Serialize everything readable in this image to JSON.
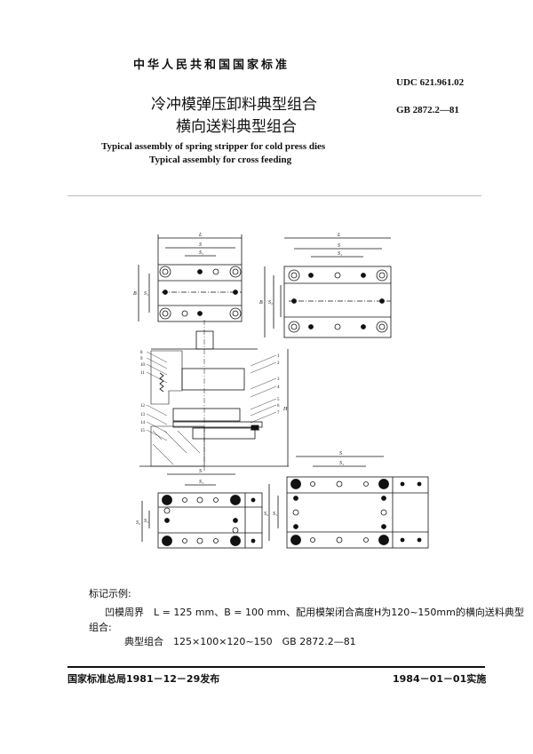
{
  "header": {
    "standard_name": "中华人民共和国国家标准",
    "udc": "UDC 621.961.02",
    "gb_number": "GB 2872.2—81"
  },
  "title": {
    "zh_line1": "冷冲模弹压卸料典型组合",
    "zh_line2": "横向送料典型组合",
    "en_line1": "Typical assembly of spring stripper for cold press dies",
    "en_line2": "Typical assembly for cross feeding"
  },
  "drawing": {
    "dim_labels": {
      "L": "L",
      "S": "S",
      "S1": "S₁",
      "S2": "S₂",
      "B": "B",
      "H": "H"
    },
    "part_numbers": [
      "1",
      "2",
      "3",
      "4",
      "5",
      "6",
      "7",
      "8",
      "9",
      "10",
      "11",
      "12",
      "13",
      "14",
      "15"
    ]
  },
  "marking_example": {
    "heading": "标记示例:",
    "line1": "凹模周界　L = 125 mm、B = 100 mm、配用模架闭合高度H为120~150mm的横向送料典型",
    "line2": "组合:",
    "line3": "典型组合　125×100×120~150　GB 2872.2—81"
  },
  "footer": {
    "issued": "国家标准总局1981－12－29发布",
    "effective": "1984－01－01实施"
  }
}
